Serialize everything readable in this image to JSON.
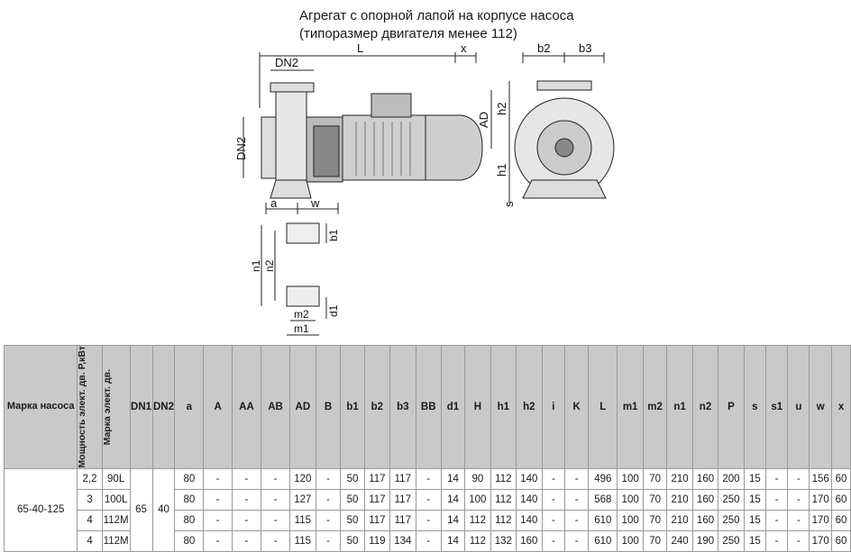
{
  "title": {
    "line1": "Агрегат с опорной лапой на корпусе насоса",
    "line2": "(типоразмер двигателя менее 112)"
  },
  "drawing_labels": {
    "L": "L",
    "x": "x",
    "DN2_top": "DN2",
    "DN2_side": "DN2",
    "AD": "AD",
    "a": "a",
    "w": "w",
    "b2": "b2",
    "b3": "b3",
    "h2": "h2",
    "h1": "h1",
    "s": "s",
    "b1": "b1",
    "n1": "n1",
    "n2": "n2",
    "d1": "d1",
    "m2": "m2",
    "m1": "m1"
  },
  "table": {
    "headers": {
      "brand": "Марка насоса",
      "power": "Мощность элект. дв. P,кВт",
      "motor": "Марка элект. дв.",
      "cols": [
        "DN1",
        "DN2",
        "a",
        "A",
        "AA",
        "AB",
        "AD",
        "B",
        "b1",
        "b2",
        "b3",
        "BB",
        "d1",
        "H",
        "h1",
        "h2",
        "i",
        "K",
        "L",
        "m1",
        "m2",
        "n1",
        "n2",
        "P",
        "s",
        "s1",
        "u",
        "w",
        "x"
      ]
    },
    "brand": "65-40-125",
    "dn1": "65",
    "dn2": "40",
    "rows": [
      {
        "power": "2,2",
        "motor": "90L",
        "vals": [
          "80",
          "-",
          "-",
          "-",
          "120",
          "-",
          "50",
          "117",
          "117",
          "-",
          "14",
          "90",
          "112",
          "140",
          "-",
          "-",
          "496",
          "100",
          "70",
          "210",
          "160",
          "200",
          "15",
          "-",
          "-",
          "156",
          "60"
        ]
      },
      {
        "power": "3",
        "motor": "100L",
        "vals": [
          "80",
          "-",
          "-",
          "-",
          "127",
          "-",
          "50",
          "117",
          "117",
          "-",
          "14",
          "100",
          "112",
          "140",
          "-",
          "-",
          "568",
          "100",
          "70",
          "210",
          "160",
          "250",
          "15",
          "-",
          "-",
          "170",
          "60"
        ]
      },
      {
        "power": "4",
        "motor": "112M",
        "vals": [
          "80",
          "-",
          "-",
          "-",
          "115",
          "-",
          "50",
          "117",
          "117",
          "-",
          "14",
          "112",
          "112",
          "140",
          "-",
          "-",
          "610",
          "100",
          "70",
          "210",
          "160",
          "250",
          "15",
          "-",
          "-",
          "170",
          "60"
        ]
      },
      {
        "power": "4",
        "motor": "112M",
        "vals": [
          "80",
          "-",
          "-",
          "-",
          "115",
          "-",
          "50",
          "119",
          "134",
          "-",
          "14",
          "112",
          "132",
          "160",
          "-",
          "-",
          "610",
          "100",
          "70",
          "240",
          "190",
          "250",
          "15",
          "-",
          "-",
          "170",
          "60"
        ]
      }
    ]
  }
}
